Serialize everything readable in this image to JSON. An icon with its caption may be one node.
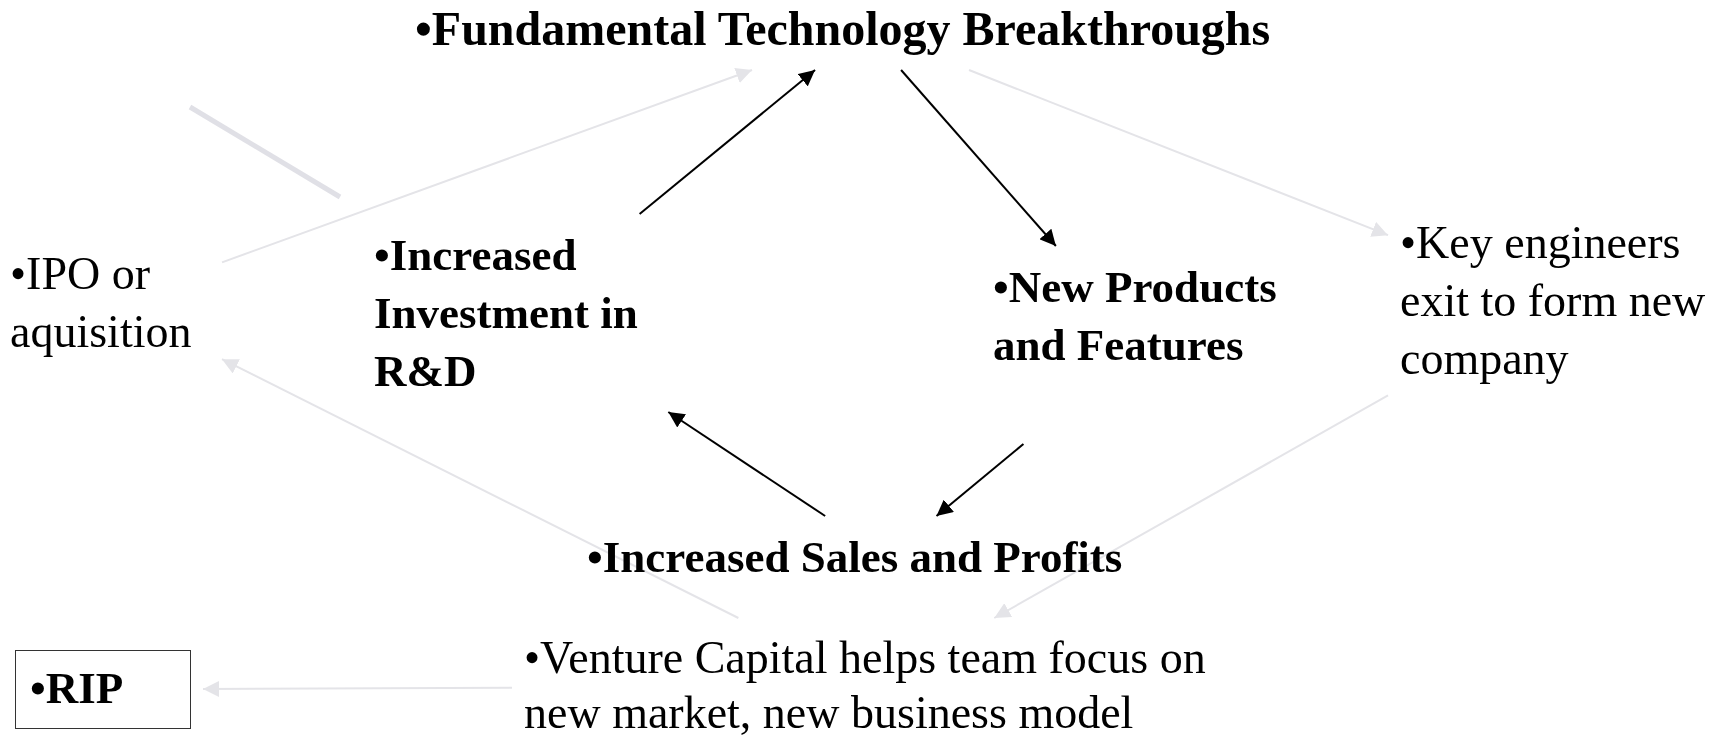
{
  "diagram": {
    "nodes": [
      {
        "text": [
          "•Fundamental Technology Breakthroughs"
        ]
      },
      {
        "text": [
          "•IPO or aquisition"
        ]
      },
      {
        "text": [
          "•Increased Investment in R&D"
        ]
      },
      {
        "text": [
          "•New Products and Features"
        ]
      },
      {
        "text": [
          "•Key engineers exit to form new company"
        ]
      },
      {
        "text": [
          "•Increased Sales and Profits"
        ]
      },
      {
        "text": [
          "•Venture Capital helps team focus on new market, new business model"
        ]
      },
      {
        "text": [
          "•RIP"
        ]
      }
    ],
    "edges": [
      {
        "from": 1,
        "to": 0,
        "arrow": "to"
      },
      {
        "from": 2,
        "to": 0,
        "arrow": "to",
        "color": "#000000"
      },
      {
        "from": 0,
        "to": 3,
        "arrow": "to",
        "color": "#000000"
      },
      {
        "from": 0,
        "to": 4,
        "arrow": "to"
      },
      {
        "from": 3,
        "to": 5,
        "arrow": "to",
        "color": "#000000"
      },
      {
        "from": 5,
        "to": 2,
        "arrow": "to",
        "color": "#000000"
      },
      {
        "from": 4,
        "to": 6,
        "arrow": "to"
      },
      {
        "from": 6,
        "to": 1,
        "arrow": "to"
      },
      {
        "from": 6,
        "to": 7,
        "arrow": "to"
      }
    ]
  }
}
